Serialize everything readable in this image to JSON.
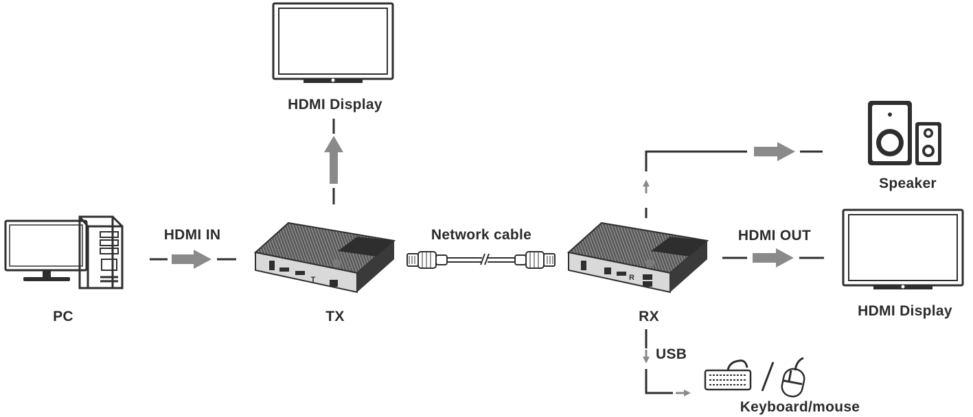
{
  "labels": {
    "top_display": "HDMI Display",
    "speaker": "Speaker",
    "hdmi_in": "HDMI IN",
    "network_cable": "Network cable",
    "hdmi_out": "HDMI OUT",
    "pc": "PC",
    "tx": "TX",
    "rx": "RX",
    "right_display": "HDMI Display",
    "usb": "USB",
    "keyboard_mouse": "Keyboard/mouse"
  },
  "device_panel_letters": {
    "tx_mark": "T",
    "rx_mark": "R"
  },
  "colors": {
    "line": "#2e2e2e",
    "arrow": "#8a8a8a",
    "device_body": "#3a3a3a",
    "device_face": "#d9d9d9"
  },
  "icons": [
    "monitor-icon",
    "speaker-icon",
    "pc-icon",
    "extender-tx-icon",
    "extender-rx-icon",
    "network-cable-icon",
    "keyboard-icon",
    "mouse-icon"
  ]
}
